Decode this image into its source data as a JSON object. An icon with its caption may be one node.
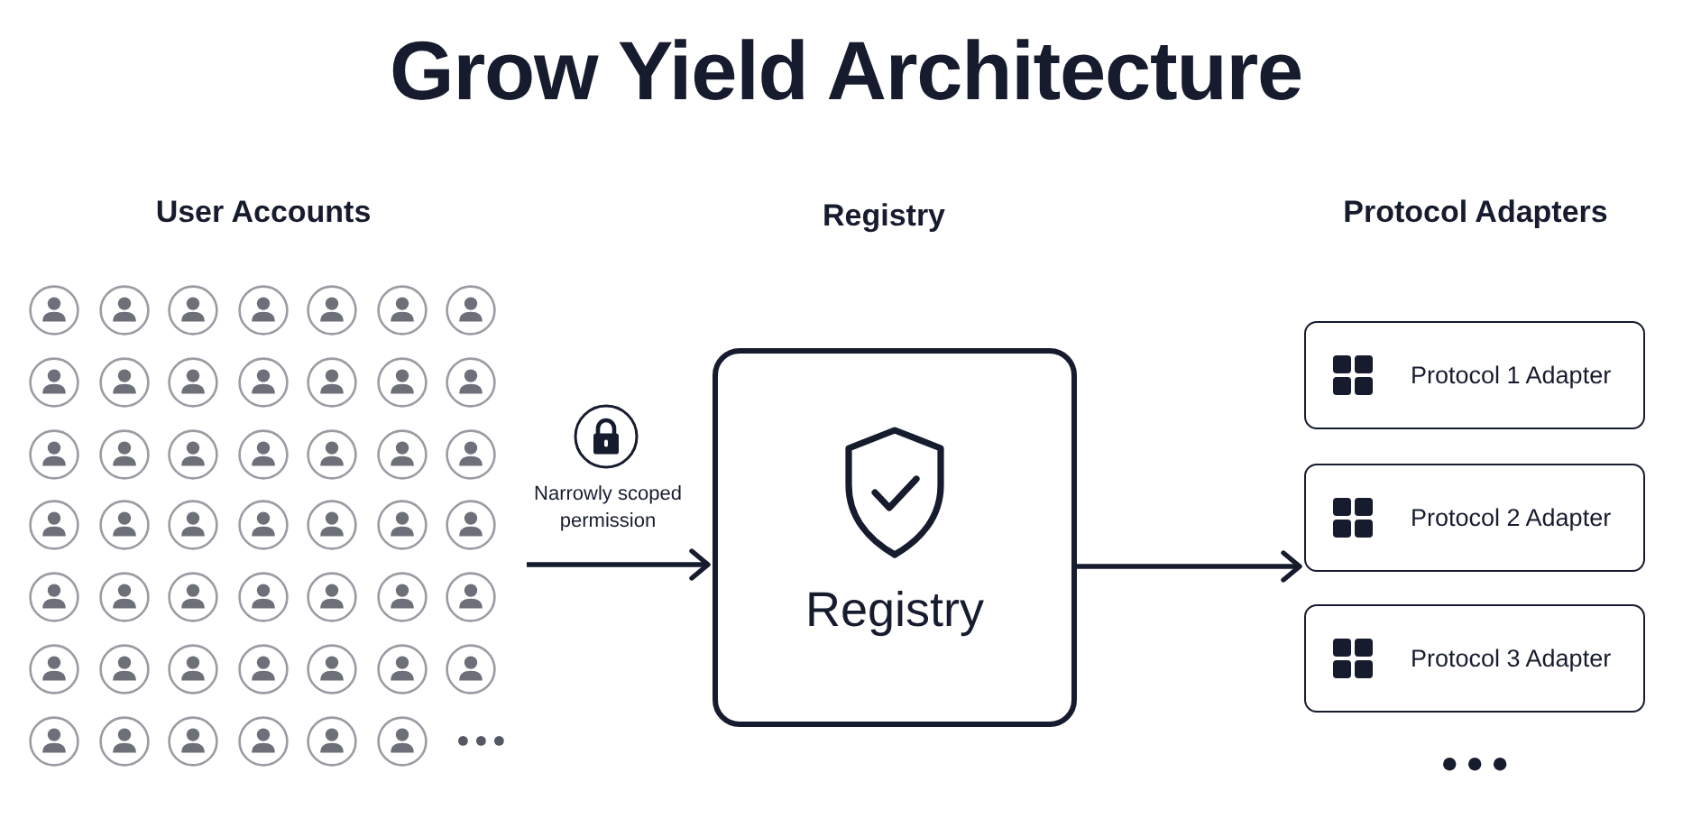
{
  "diagram": {
    "title": "Grow Yield Architecture",
    "nodes": [
      {
        "text": [
          "User Accounts"
        ]
      },
      {
        "text": [
          "Registry",
          "Registry"
        ]
      },
      {
        "text": [
          "Protocol 1 Adapter"
        ]
      },
      {
        "text": [
          "Protocol 2 Adapter"
        ]
      },
      {
        "text": [
          "Protocol 3 Adapter"
        ]
      }
    ],
    "edges": [
      {
        "from": 0,
        "to": 1,
        "arrow": "to",
        "label": "Narrowly scoped permission"
      },
      {
        "from": 1,
        "to": 3,
        "arrow": "to"
      }
    ],
    "labels": [
      "Protocol Adapters"
    ]
  }
}
